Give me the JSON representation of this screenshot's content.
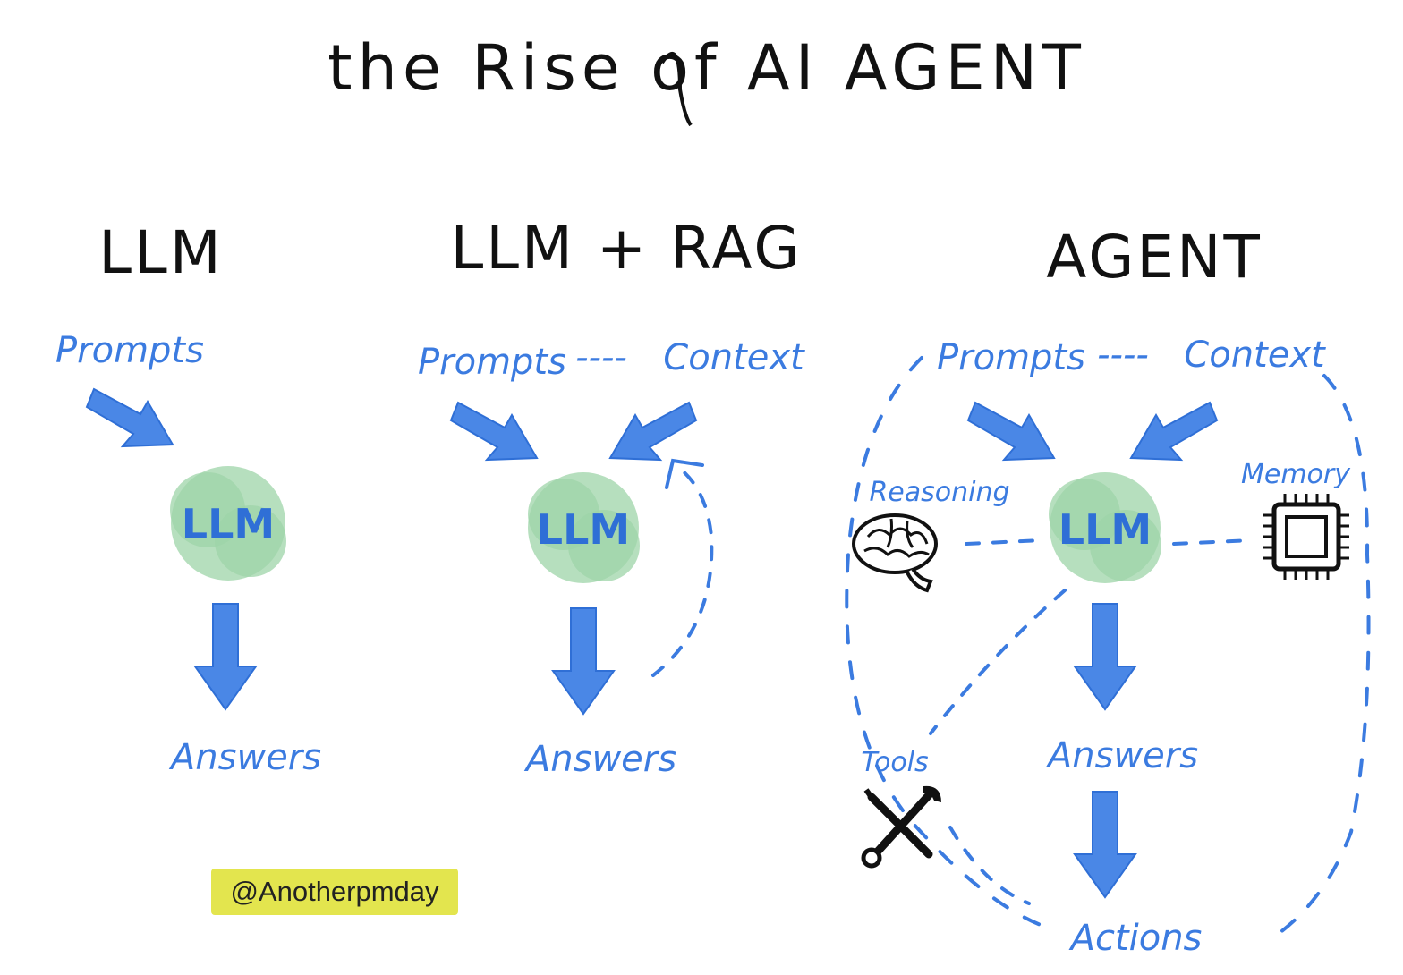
{
  "title": "the Rise of AI AGENT",
  "columns": {
    "llm": {
      "heading": "LLM",
      "input": "Prompts",
      "core": "LLM",
      "output": "Answers"
    },
    "rag": {
      "heading": "LLM + RAG",
      "input": "Prompts",
      "connector": "----",
      "context": "Context",
      "core": "LLM",
      "output": "Answers"
    },
    "agent": {
      "heading": "AGENT",
      "input": "Prompts",
      "connector": "----",
      "context": "Context",
      "core": "LLM",
      "reasoning": "Reasoning",
      "memory": "Memory",
      "tools": "Tools",
      "output": "Answers",
      "final": "Actions"
    }
  },
  "credit": "@Anotherpmday",
  "colors": {
    "ink": "#111111",
    "blue": "#3b7be0",
    "arrow_blue": "#4a87e6",
    "blob_green": "#9ed4a8",
    "credit_bg": "#e3e54e"
  },
  "icons": [
    "brain-icon",
    "chip-icon",
    "tools-icon"
  ]
}
